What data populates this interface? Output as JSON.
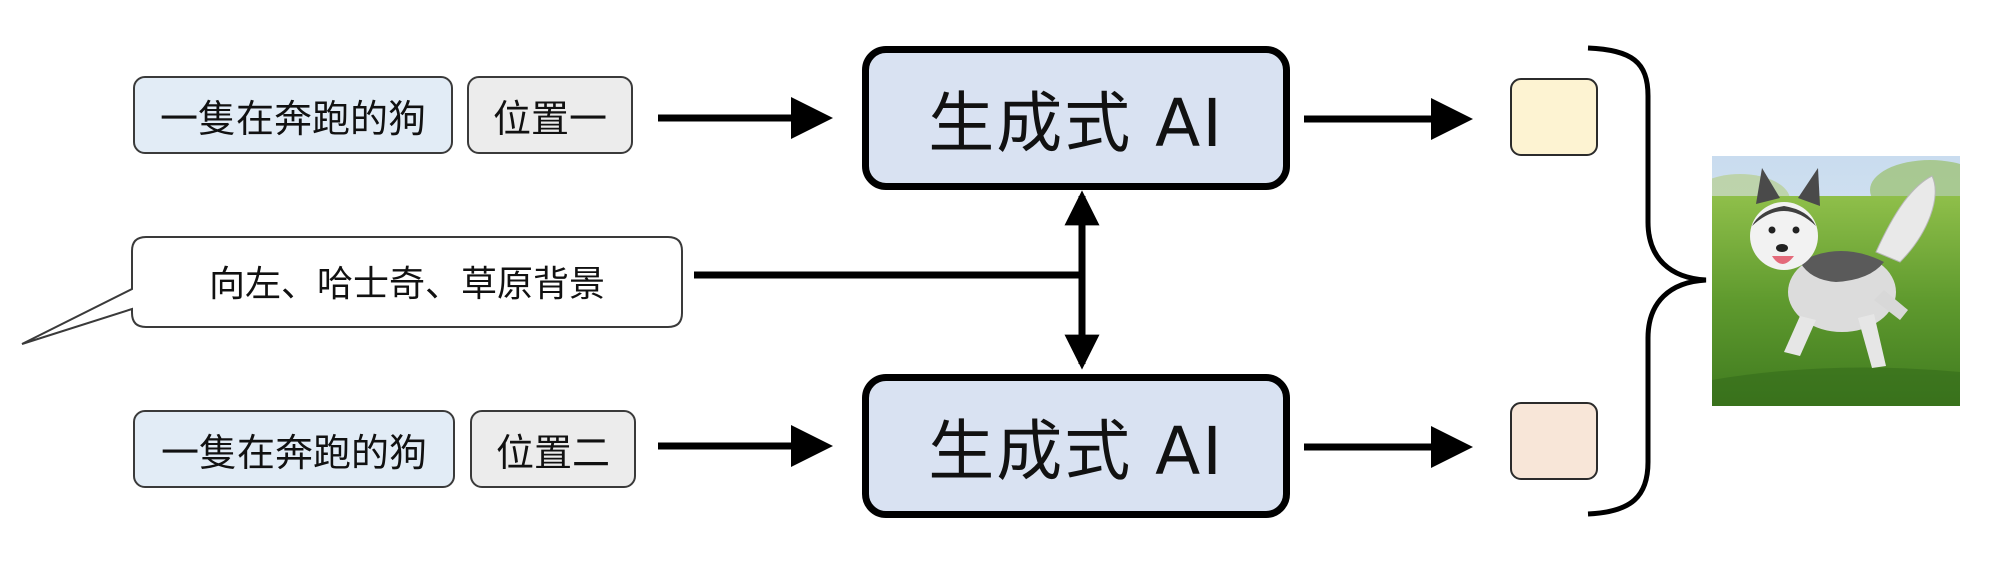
{
  "diagram": {
    "rows": [
      {
        "prompt": "一隻在奔跑的狗",
        "position": "位置一",
        "model": "生成式 AI",
        "output_color": "#fdf3d2"
      },
      {
        "prompt": "一隻在奔跑的狗",
        "position": "位置二",
        "model": "生成式 AI",
        "output_color": "#f8e6d8"
      }
    ],
    "shared_condition": "向左、哈士奇、草原背景",
    "result_image": {
      "subject": "husky-running-on-grass"
    }
  },
  "colors": {
    "prompt_bg": "#e2ecf6",
    "position_bg": "#ececec",
    "model_bg": "#d9e2f2",
    "line": "#000000"
  }
}
